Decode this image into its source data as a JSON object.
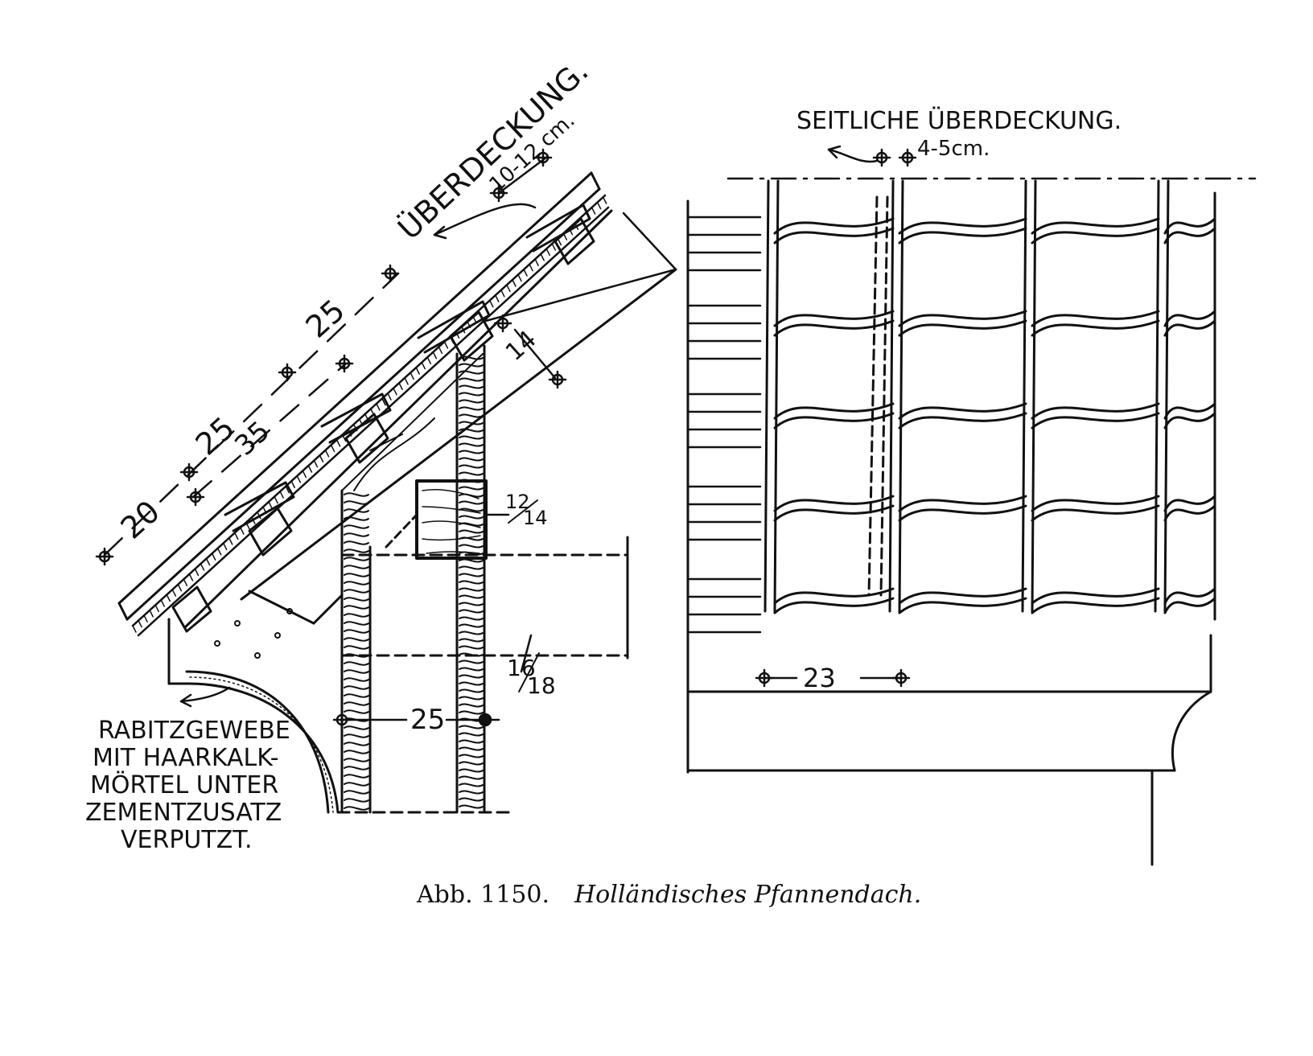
{
  "figure": {
    "caption_number": "Abb. 1150.",
    "caption_title": "Holländisches Pfannendach.",
    "section": {
      "overlap_label": "ÜBERDECKUNG.",
      "overlap_dim": "10-12 cm.",
      "batten_spacing": [
        "20",
        "25",
        "35",
        "25"
      ],
      "rafter_size": "14",
      "purlin_size_num": "12",
      "purlin_size_den": "14",
      "beam_size_num": "16",
      "beam_size_den": "18",
      "wall_thickness": "25",
      "note_lines": [
        "RABITZGEWEBE",
        "MIT HAARKALK-",
        "MÖRTEL UNTER",
        "ZEMENTZUSATZ",
        "VERPUTZT."
      ]
    },
    "elevation": {
      "side_overlap_label": "SEITLICHE ÜBERDECKUNG.",
      "side_overlap_dim": "4-5cm.",
      "tile_width": "23"
    }
  }
}
